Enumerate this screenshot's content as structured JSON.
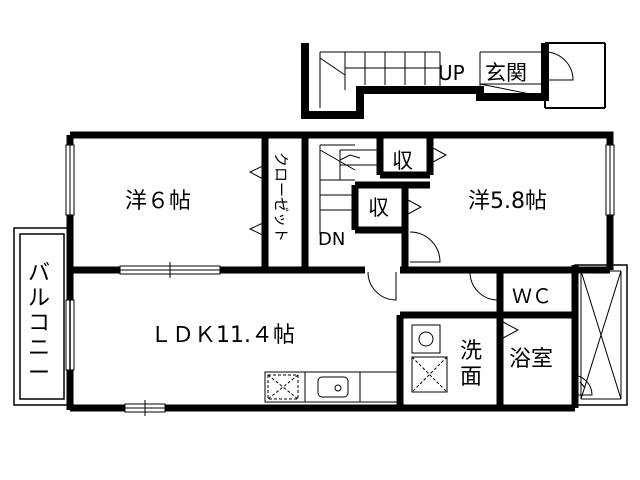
{
  "floor_plan": {
    "rooms": {
      "western_room_a": "洋６帖",
      "western_room_b": "洋5.8帖",
      "ldk": "ＬＤＫ11.４帖",
      "closet": "クローゼット",
      "storage": "収",
      "wc": "ＷＣ",
      "washroom": [
        "洗",
        "面"
      ],
      "bathroom": "浴室",
      "entrance": "玄関",
      "balcony": [
        "バ",
        "ル",
        "コ",
        "ニ",
        "ー"
      ]
    },
    "stairs": {
      "up": "UP",
      "down": "DN"
    }
  }
}
